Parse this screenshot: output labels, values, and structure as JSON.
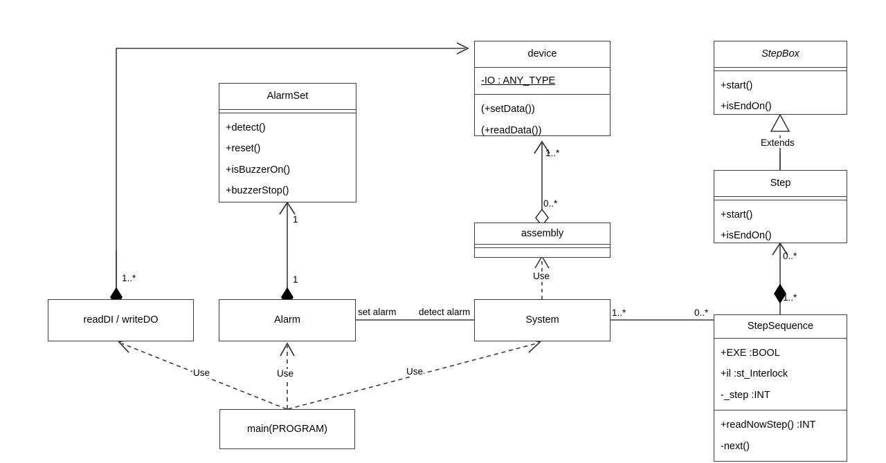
{
  "diagram": {
    "type": "uml-class-diagram",
    "background": "#ffffff",
    "line_color": "#3a3a3a"
  },
  "classes": {
    "device": {
      "name": "device",
      "abstract": false,
      "attributes": [
        "-IO : ANY_TYPE"
      ],
      "operations": [
        "(+setData())",
        "(+readData())"
      ]
    },
    "stepbox": {
      "name": "StepBox",
      "abstract": true,
      "attributes": [],
      "operations": [
        "+start()",
        "+isEndOn()"
      ]
    },
    "alarmset": {
      "name": "AlarmSet",
      "abstract": false,
      "attributes": [],
      "operations": [
        "+detect()",
        "+reset()",
        "+isBuzzerOn()",
        "+buzzerStop()"
      ]
    },
    "step": {
      "name": "Step",
      "abstract": false,
      "attributes": [],
      "operations": [
        "+start()",
        "+isEndOn()"
      ]
    },
    "assembly": {
      "name": "assembly",
      "abstract": false,
      "attributes": [],
      "operations": []
    },
    "readdi_writedo": {
      "name": "readDI / writeDO"
    },
    "alarm": {
      "name": "Alarm"
    },
    "system": {
      "name": "System"
    },
    "main_program": {
      "name": "main(PROGRAM)"
    },
    "stepsequence": {
      "name": "StepSequence",
      "abstract": false,
      "attributes": [
        "+EXE :BOOL",
        "+il :st_Interlock",
        "-_step :INT"
      ],
      "operations": [
        "+readNowStep() :INT",
        "-next()"
      ]
    }
  },
  "edge_labels": {
    "extends": "Extends",
    "use_assembly_system": "Use",
    "use_main_readdi": "Use",
    "use_main_alarm": "Use",
    "use_main_system": "Use",
    "set_alarm": "set alarm",
    "detect_alarm": "detect alarm"
  },
  "multiplicities": {
    "device_from_assembly": "1..*",
    "assembly_to_device": "0..*",
    "alarmset_end": "1",
    "alarm_end": "1",
    "readdi_end": "1..*",
    "step_end": "0..*",
    "stepsequence_to_step": "1..*",
    "system_end": "1..*",
    "stepsequence_end": "0..*"
  }
}
